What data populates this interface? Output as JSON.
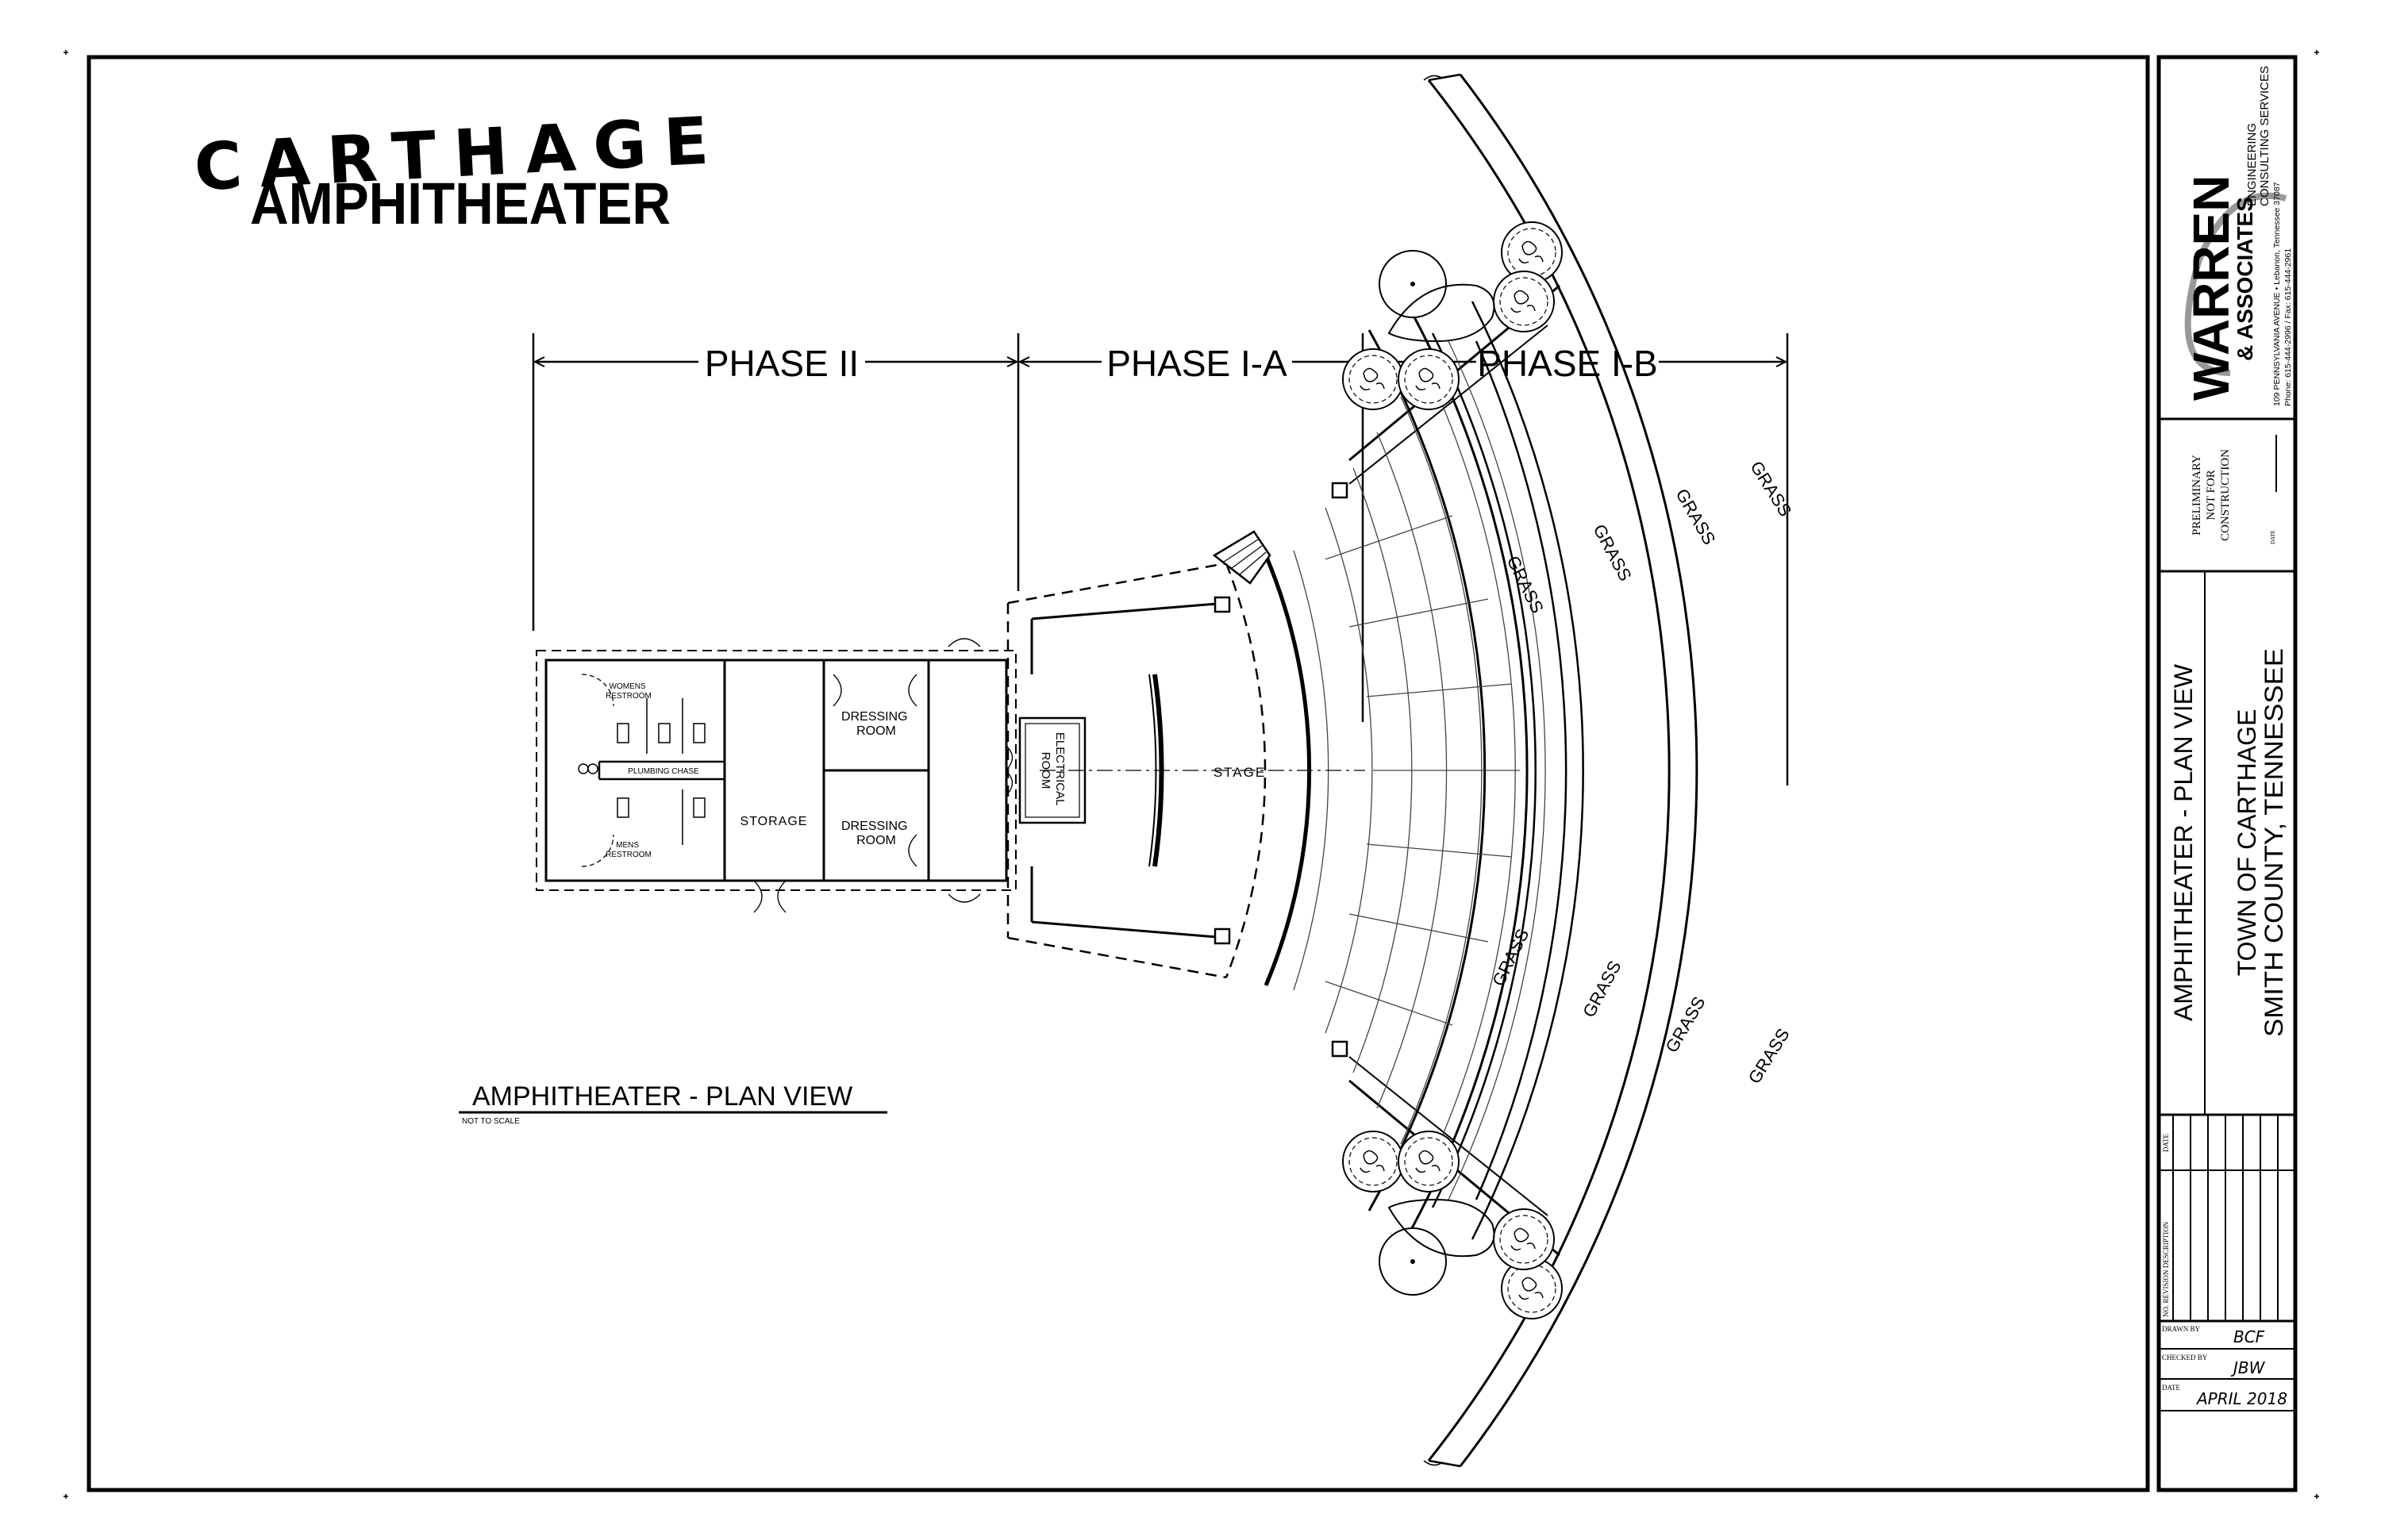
{
  "title": {
    "line1": "CARTHAGE",
    "line2": "AMPHITHEATER"
  },
  "phases": {
    "phase_2": "PHASE II",
    "phase_1a": "PHASE I-A",
    "phase_1b": "PHASE I-B"
  },
  "rooms": {
    "womens_restroom_line1": "WOMENS",
    "womens_restroom_line2": "RESTROOM",
    "mens_restroom_line1": "MENS",
    "mens_restroom_line2": "RESTROOM",
    "plumbing_chase": "PLUMBING CHASE",
    "storage": "STORAGE",
    "dressing_room_1_line1": "DRESSING",
    "dressing_room_1_line2": "ROOM",
    "dressing_room_2_line1": "DRESSING",
    "dressing_room_2_line2": "ROOM",
    "electrical_room_line1": "ELECTRICAL",
    "electrical_room_line2": "ROOM",
    "stage": "STAGE"
  },
  "lawn_label": "GRASS",
  "view_caption": {
    "title": "AMPHITHEATER - PLAN VIEW",
    "scale_note": "NOT TO SCALE"
  },
  "title_block": {
    "firm": {
      "name_line1": "WARREN",
      "name_line2": "& ASSOCIATES",
      "services_line1": "ENGINEERING",
      "services_line2": "CONSULTING SERVICES",
      "address": "109 PENNSYLVANIA AVENUE  •  Lebanon, Tennessee 37087",
      "contact": "Phone: 615-444-2996 / Fax: 615-444-2961"
    },
    "status": {
      "line1": "PRELIMINARY",
      "line2": "NOT FOR",
      "line3": "CONSTRUCTION",
      "date_label": "DATE"
    },
    "drawing_title": "AMPHITHEATER - PLAN VIEW",
    "client_line1": "TOWN OF CARTHAGE",
    "client_line2": "SMITH COUNTY, TENNESSEE",
    "revisions": {
      "date_header": "DATE",
      "description_header": "NO.  REVISION DESCRIPTION"
    },
    "drawn_by_label": "DRAWN BY",
    "drawn_by": "BCF",
    "checked_by_label": "CHECKED BY",
    "checked_by": "JBW",
    "date_label": "DATE",
    "date": "APRIL 2018"
  }
}
